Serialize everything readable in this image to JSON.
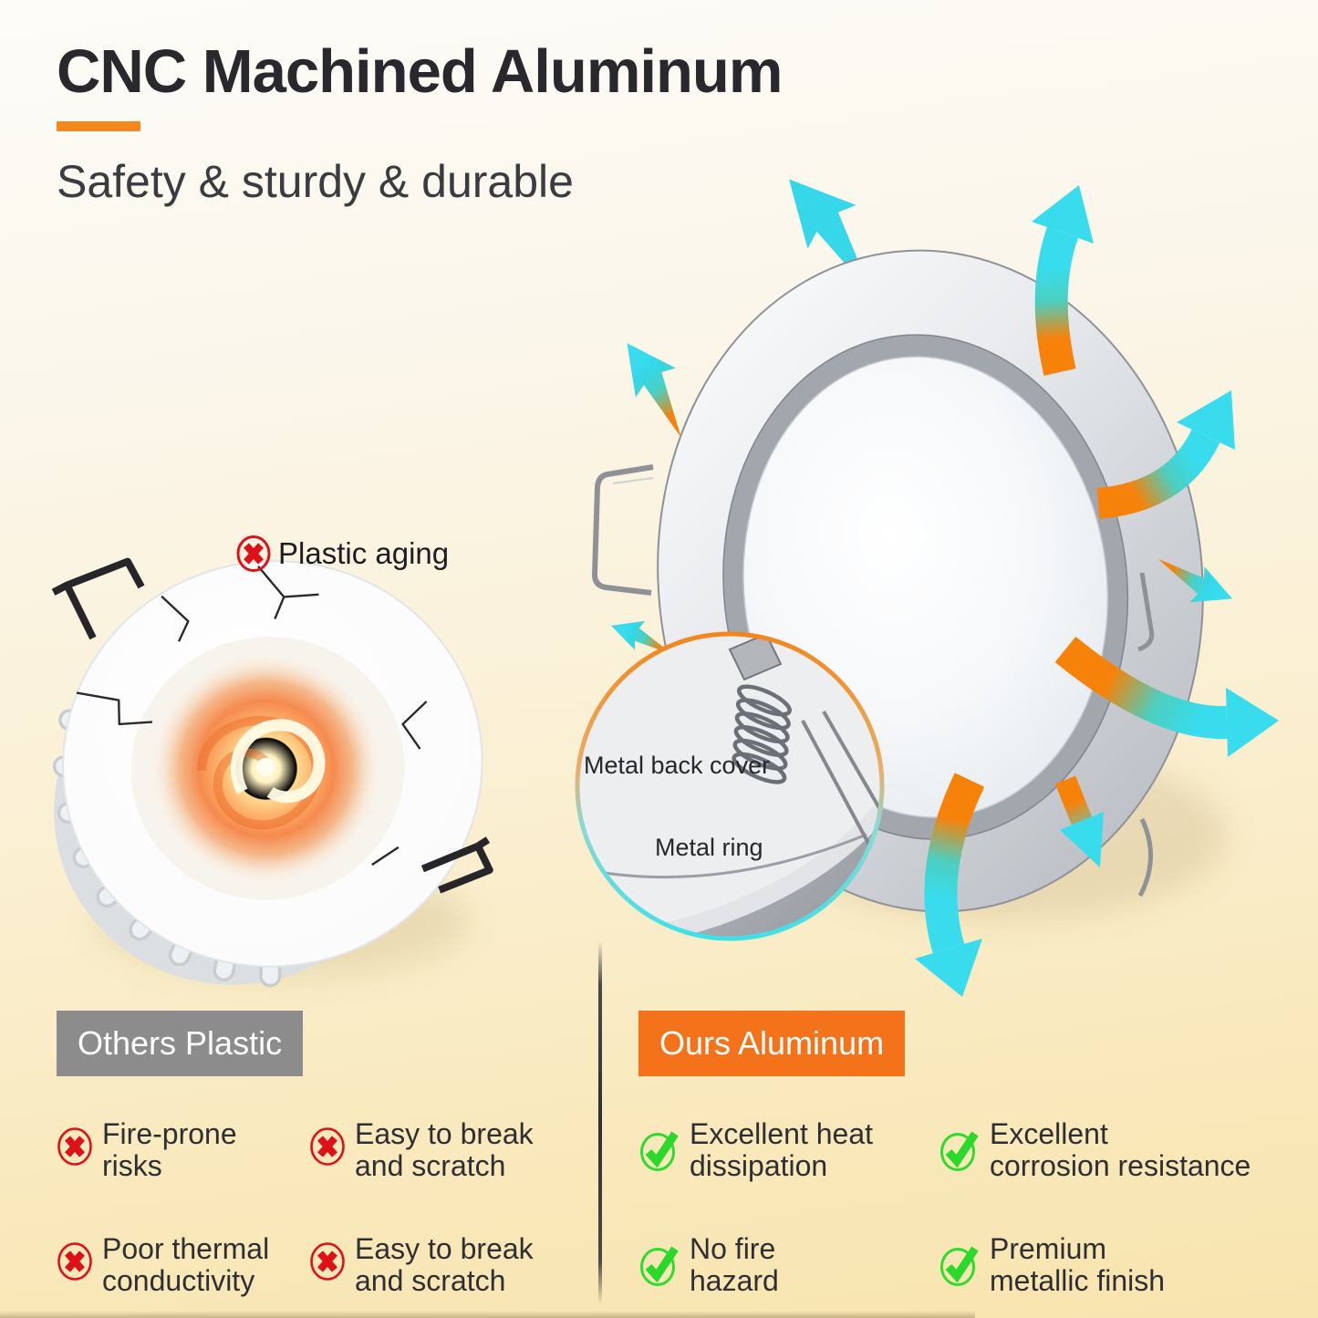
{
  "header": {
    "title": "CNC Machined Aluminum",
    "subtitle": "Safety & sturdy & durable"
  },
  "callouts": {
    "plastic_aging": "Plastic aging",
    "metal_back_cover": "Metal back cover",
    "metal_ring": "Metal ring"
  },
  "comparison": {
    "others": {
      "header": "Others Plastic",
      "items": [
        {
          "text": "Fire-prone\nrisks"
        },
        {
          "text": "Easy to break\nand scratch"
        },
        {
          "text": "Poor thermal\nconductivity"
        },
        {
          "text": "Easy to break\nand scratch"
        }
      ]
    },
    "ours": {
      "header": "Ours Aluminum",
      "items": [
        {
          "text": "Excellent heat\ndissipation"
        },
        {
          "text": "Excellent\ncorrosion resistance"
        },
        {
          "text": "No fire\nhazard"
        },
        {
          "text": "Premium\nmetallic finish"
        }
      ]
    }
  },
  "icons": {
    "negative": "x-circle-icon",
    "positive": "check-circle-icon"
  },
  "colors": {
    "accent_orange": "#F6871C",
    "header_orange": "#F4731A",
    "header_gray": "#8C8C8C",
    "arrow_cyan": "#35D7E8",
    "arrow_orange": "#F6820A",
    "error_red": "#DE1118",
    "success_green": "#2EDB2E"
  }
}
